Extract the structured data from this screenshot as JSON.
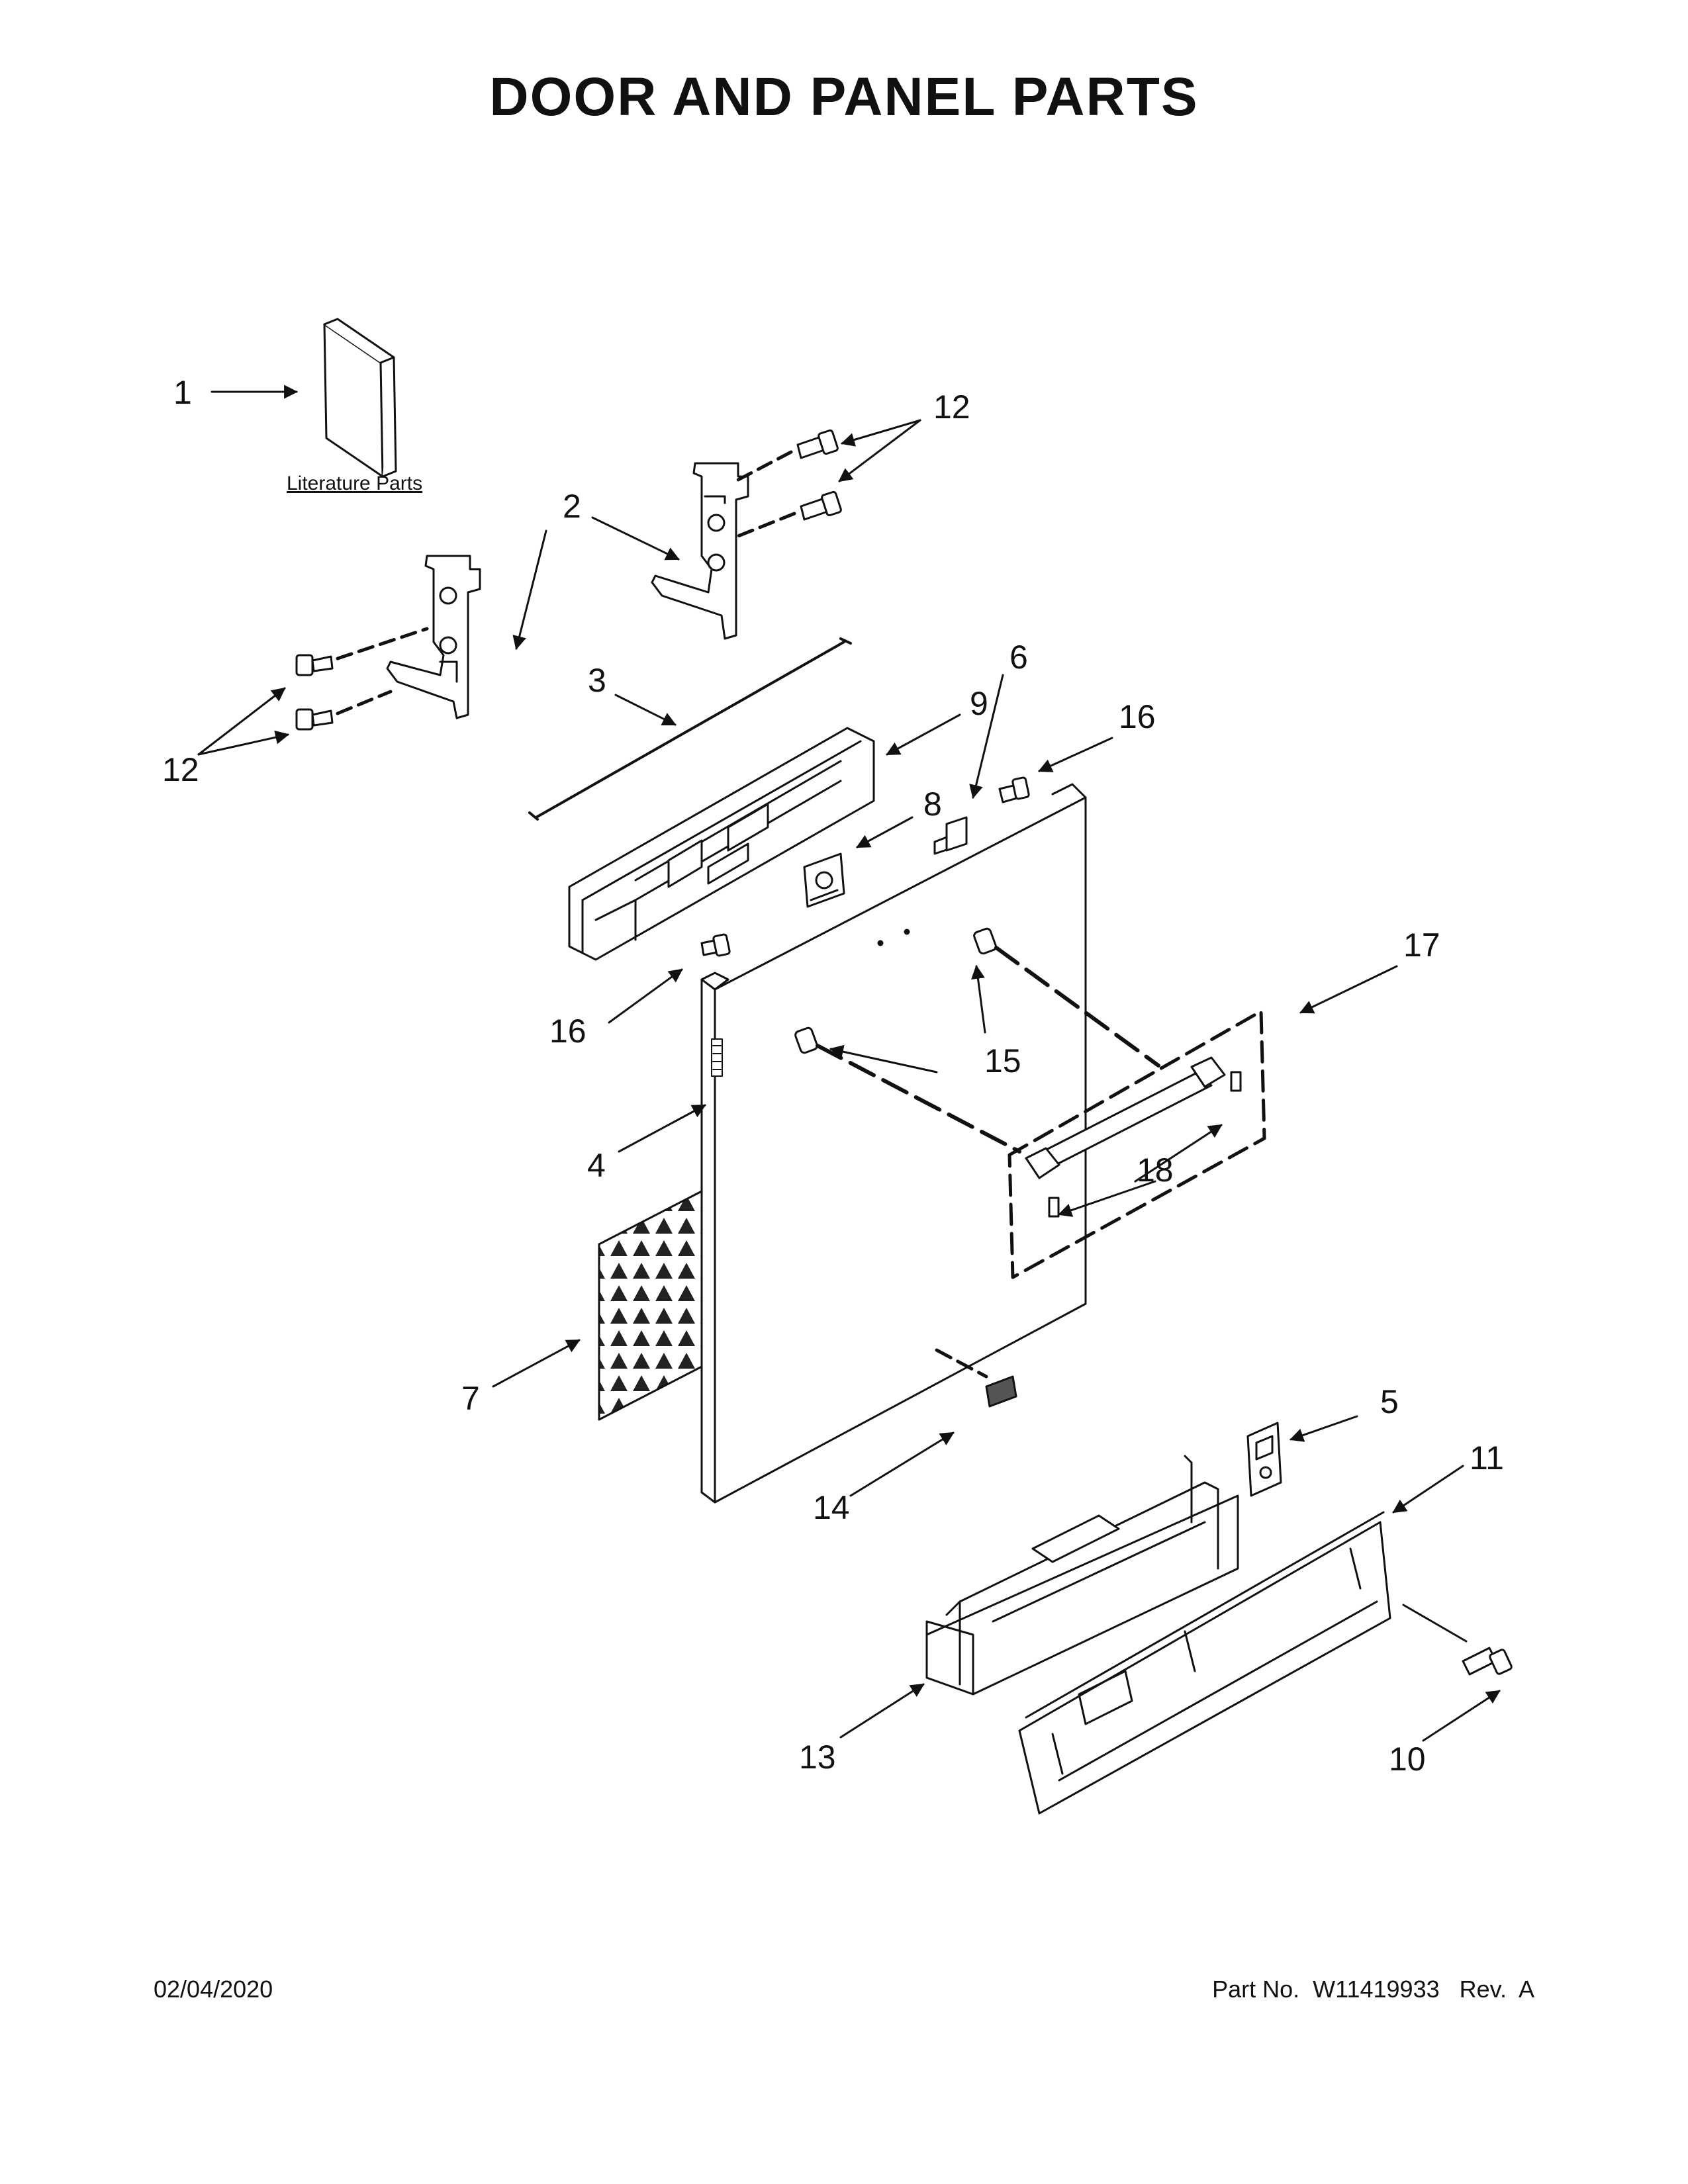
{
  "title": "DOOR AND PANEL PARTS",
  "literature_label": "Literature Parts",
  "callouts": {
    "c1": "1",
    "c2": "2",
    "c3": "3",
    "c4": "4",
    "c5": "5",
    "c6": "6",
    "c7": "7",
    "c8": "8",
    "c9": "9",
    "c10": "10",
    "c11": "11",
    "c12a": "12",
    "c12b": "12",
    "c13": "13",
    "c14": "14",
    "c15": "15",
    "c16a": "16",
    "c16b": "16",
    "c17": "17",
    "c18": "18"
  },
  "footer": {
    "date": "02/04/2020",
    "part": "Part No.  W11419933   Rev.  A"
  }
}
